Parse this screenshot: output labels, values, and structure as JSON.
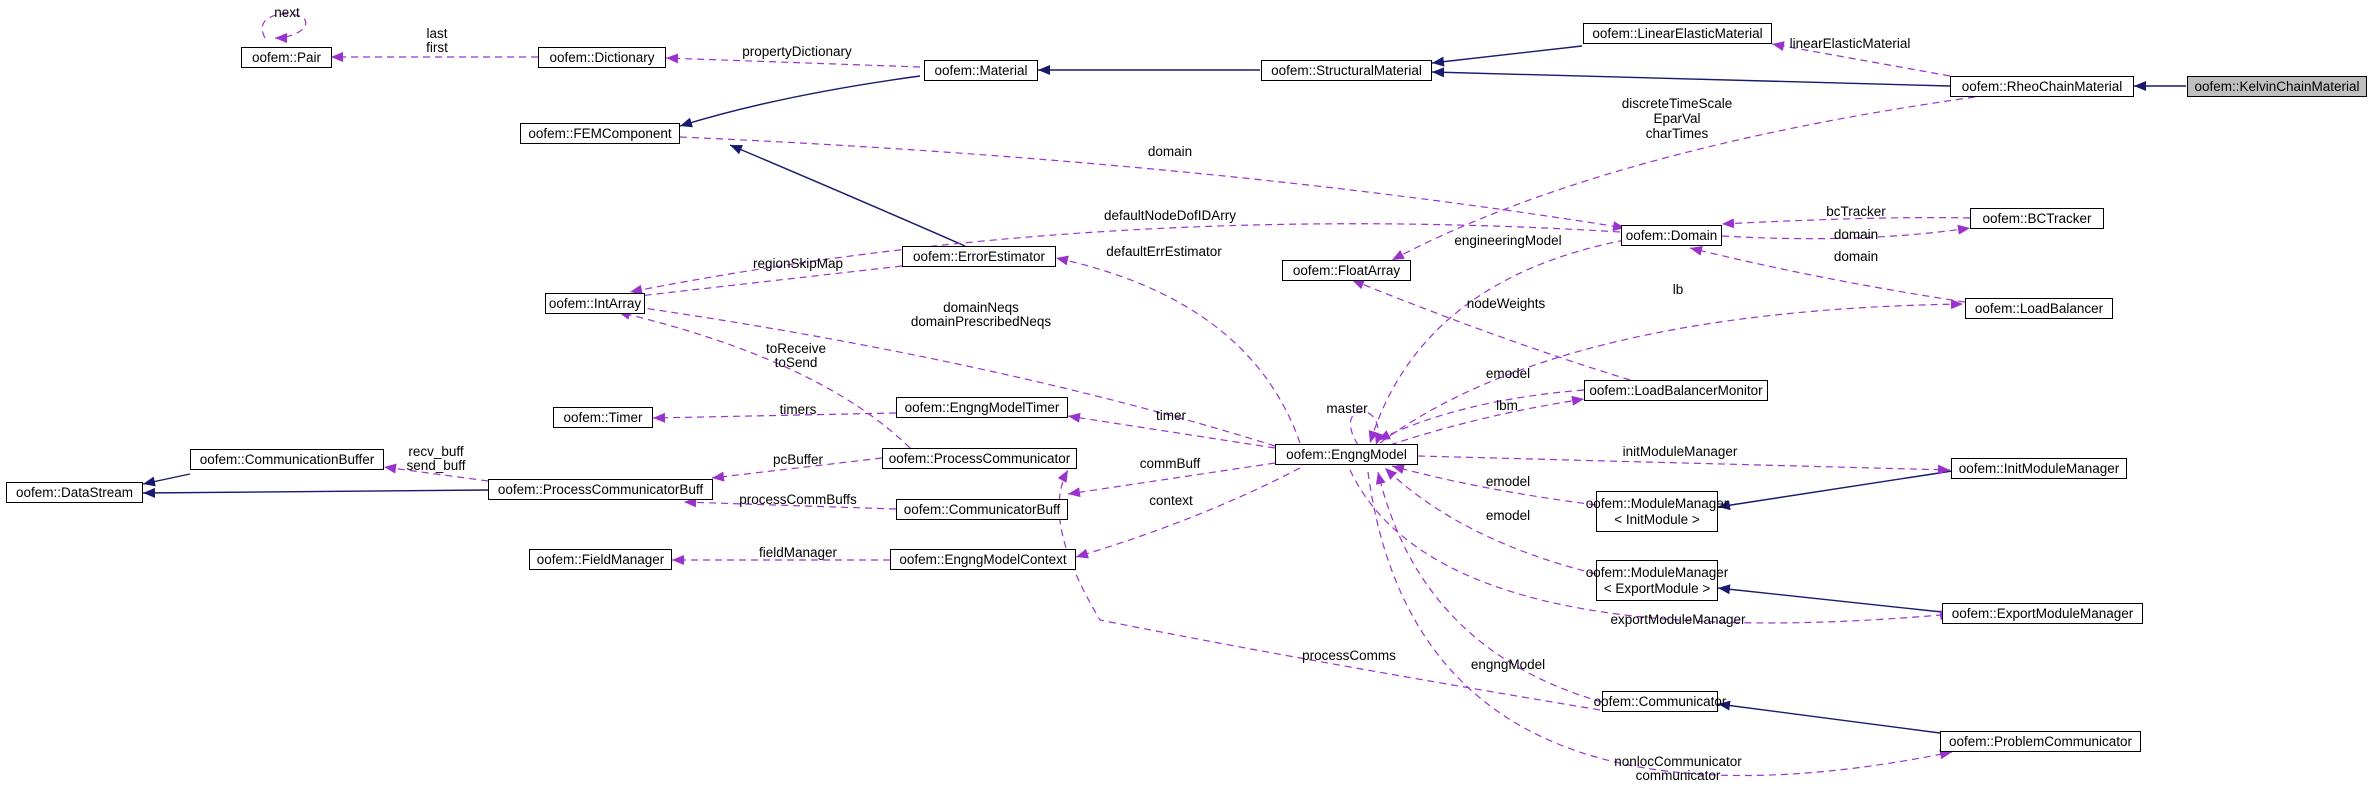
{
  "nodes": {
    "pair": "oofem::Pair",
    "dictionary": "oofem::Dictionary",
    "material": "oofem::Material",
    "structural_material": "oofem::StructuralMaterial",
    "linear_elastic_material": "oofem::LinearElasticMaterial",
    "rheo_chain_material": "oofem::RheoChainMaterial",
    "kelvin_chain_material": "oofem::KelvinChainMaterial",
    "fem_component": "oofem::FEMComponent",
    "domain": "oofem::Domain",
    "bc_tracker": "oofem::BCTracker",
    "float_array": "oofem::FloatArray",
    "int_array": "oofem::IntArray",
    "error_estimator": "oofem::ErrorEstimator",
    "load_balancer": "oofem::LoadBalancer",
    "load_balancer_monitor": "oofem::LoadBalancerMonitor",
    "timer": "oofem::Timer",
    "engng_model_timer": "oofem::EngngModelTimer",
    "engng_model": "oofem::EngngModel",
    "init_module_manager": "oofem::InitModuleManager",
    "communication_buffer": "oofem::CommunicationBuffer",
    "data_stream": "oofem::DataStream",
    "process_communicator_buff": "oofem::ProcessCommunicatorBuff",
    "process_communicator": "oofem::ProcessCommunicator",
    "communicator_buff": "oofem::CommunicatorBuff",
    "module_manager_init_line1": "oofem::ModuleManager",
    "module_manager_init_line2": "< InitModule >",
    "field_manager": "oofem::FieldManager",
    "engng_model_context": "oofem::EngngModelContext",
    "module_manager_export_line1": "oofem::ModuleManager",
    "module_manager_export_line2": "< ExportModule >",
    "export_module_manager": "oofem::ExportModuleManager",
    "communicator": "oofem::Communicator",
    "problem_communicator": "oofem::ProblemCommunicator"
  },
  "labels": {
    "next": "next",
    "last": "last",
    "first": "first",
    "property_dictionary": "propertyDictionary",
    "linear_elastic_material": "linearElasticMaterial",
    "discrete_time_scale": "discreteTimeScale",
    "epar_val": "EparVal",
    "char_times": "charTimes",
    "domain_fem": "domain",
    "default_node_dof_id_arry": "defaultNodeDofIDArry",
    "bc_tracker": "bcTracker",
    "domain_bct": "domain",
    "domain_lb": "domain",
    "default_err_estimator": "defaultErrEstimator",
    "engineering_model": "engineeringModel",
    "region_skip_map": "regionSkipMap",
    "lb": "lb",
    "domain_neqs": "domainNeqs",
    "domain_prescribed_neqs": "domainPrescribedNeqs",
    "node_weights": "nodeWeights",
    "to_receive": "toReceive",
    "to_send": "toSend",
    "emodel_lbm": "emodel",
    "timers": "timers",
    "master": "master",
    "lbm": "lbm",
    "timer": "timer",
    "recv_buff": "recv_buff",
    "send_buff": "send_buff",
    "pc_buffer": "pcBuffer",
    "comm_buff": "commBuff",
    "init_module_manager": "initModuleManager",
    "emodel_mm_init": "emodel",
    "process_comm_buffs": "processCommBuffs",
    "context": "context",
    "emodel_mm_export": "emodel",
    "field_manager": "fieldManager",
    "export_module_manager": "exportModuleManager",
    "process_comms": "processComms",
    "engng_model": "engngModel",
    "nonloc_communicator": "nonlocCommunicator",
    "communicator": "communicator"
  },
  "colors": {
    "inheritance": "#191970",
    "usage": "#9a32cd",
    "highlight_fill": "#bfbfbf"
  }
}
